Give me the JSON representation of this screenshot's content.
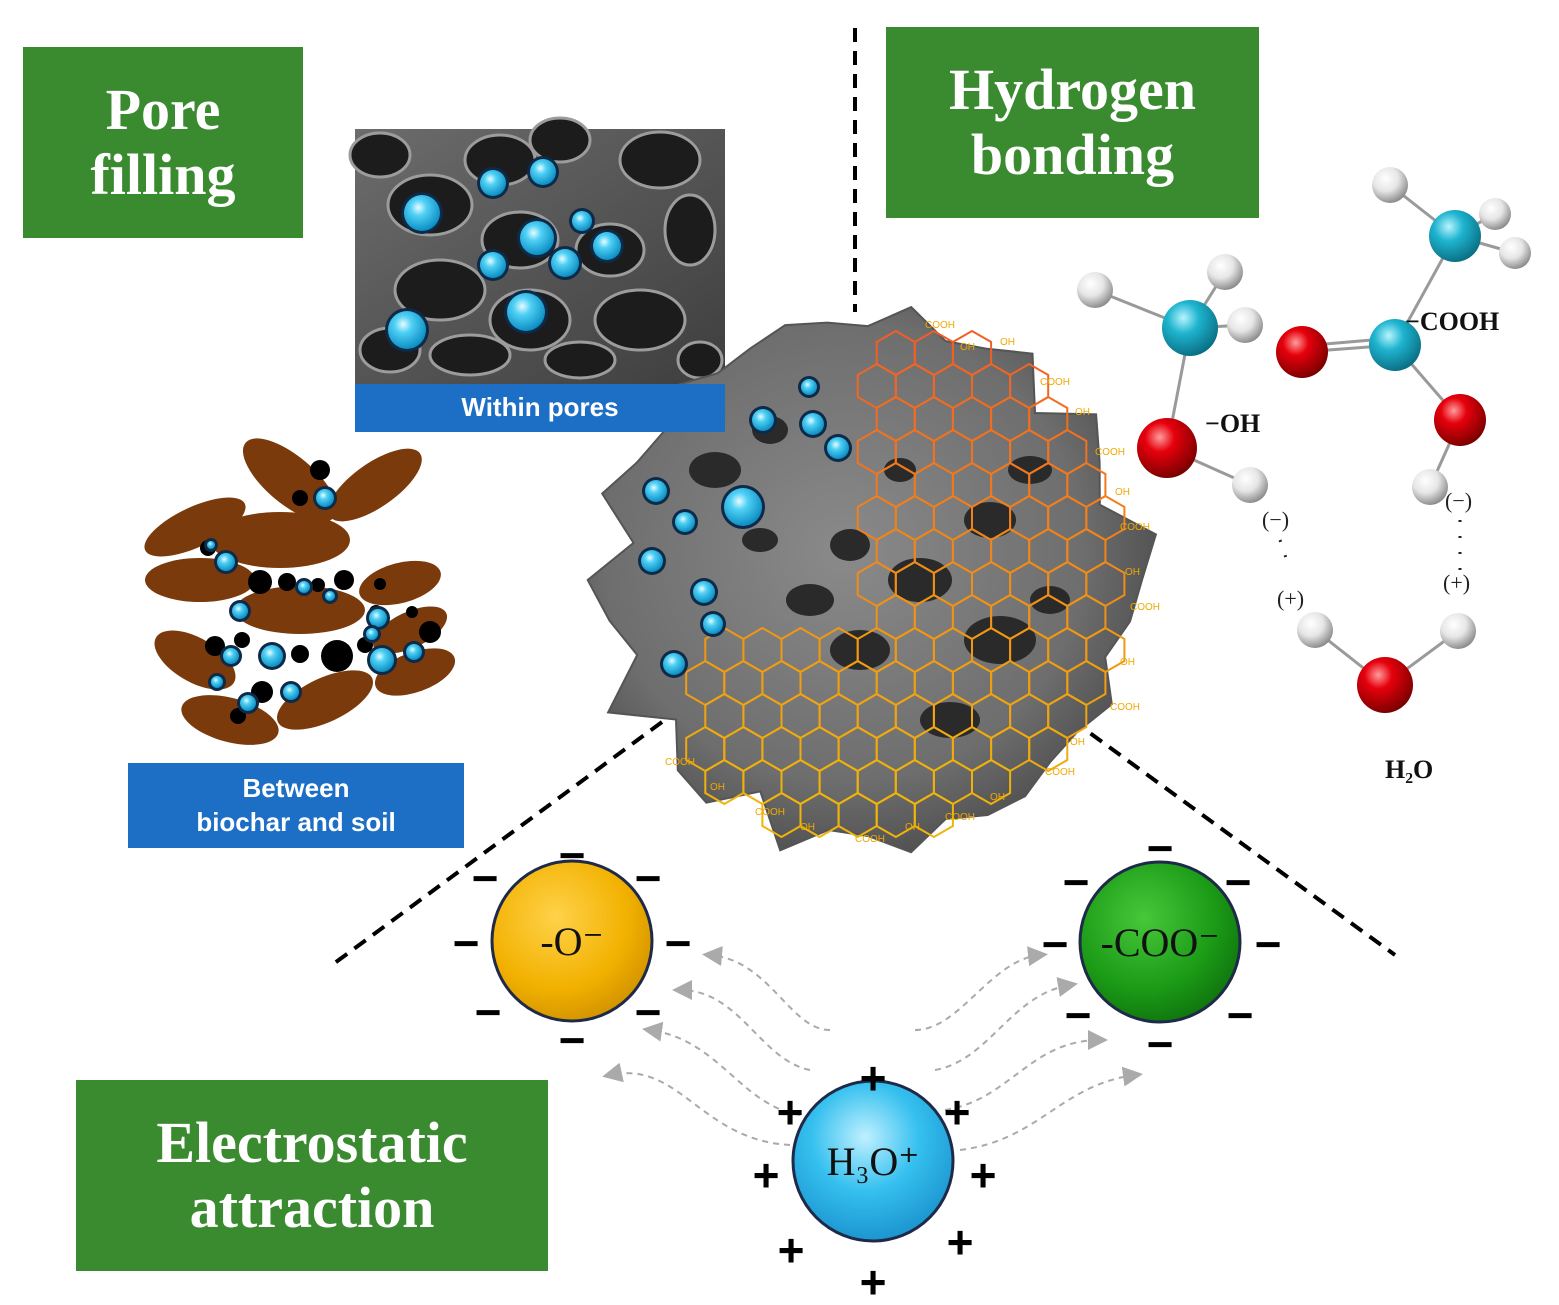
{
  "labels": {
    "pore_filling": [
      "Pore",
      "filling"
    ],
    "hydrogen_bonding": [
      "Hydrogen",
      "bonding"
    ],
    "electrostatic_attraction": [
      "Electrostatic",
      "attraction"
    ],
    "within_pores": "Within pores",
    "between_soil": [
      "Between",
      "biochar and soil"
    ]
  },
  "chemistry": {
    "cooh": "−COOH",
    "oh": "−OH",
    "h2o": "H₂O",
    "partial_neg": "(−)",
    "partial_pos": "(+)",
    "surface_cooh": "COOH",
    "surface_oh": "OH"
  },
  "ions": {
    "phenolate": "-O⁻",
    "carboxylate": "-COO⁻",
    "hydronium": "H₃O⁺"
  },
  "signs": {
    "minus": "−",
    "plus": "+"
  },
  "colors": {
    "label_green": "#3a8a30",
    "label_blue": "#1c6fc4",
    "particle_cyan": "#29b6e8",
    "soil_brown": "#7a3a0c",
    "oxygen_red": "#e0000f",
    "carbon_teal": "#1aa6bf",
    "ion_yellow": "#f0b400",
    "ion_green": "#1a9a1a",
    "ion_blue": "#29b6e8"
  }
}
